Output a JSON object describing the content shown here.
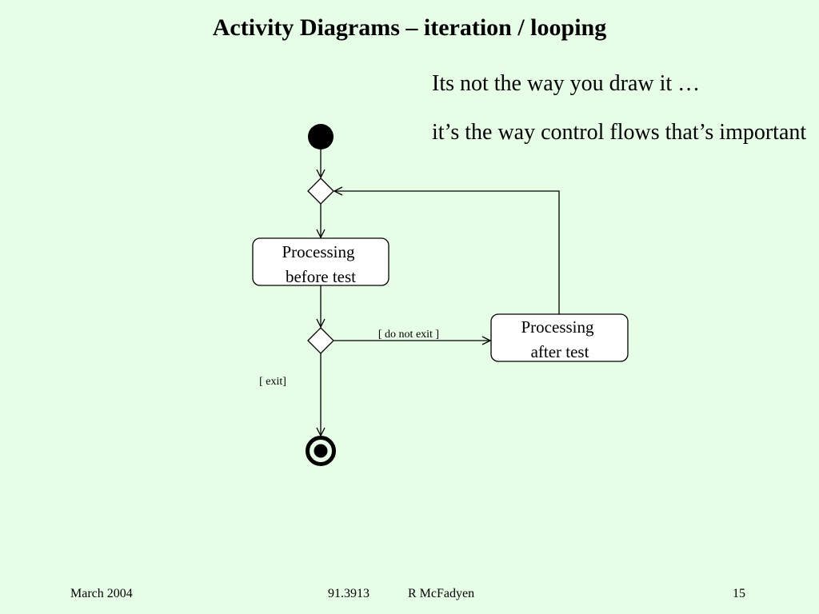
{
  "slide": {
    "title": "Activity Diagrams – iteration / looping",
    "bullets": [
      "Its not the way you draw it …",
      "it’s the way control flows that’s important"
    ]
  },
  "diagram": {
    "activity_before": {
      "line1": "Processing",
      "line2": "before test"
    },
    "activity_after": {
      "line1": "Processing",
      "line2": "after test"
    },
    "guard_continue": "[ do not exit ]",
    "guard_exit": "[ exit]"
  },
  "footer": {
    "date": "March 2004",
    "course": "91.3913",
    "author": "R McFadyen",
    "page": "15"
  },
  "colors": {
    "background": "#e6fde6",
    "stroke": "#000000",
    "box_fill": "#ffffff"
  }
}
